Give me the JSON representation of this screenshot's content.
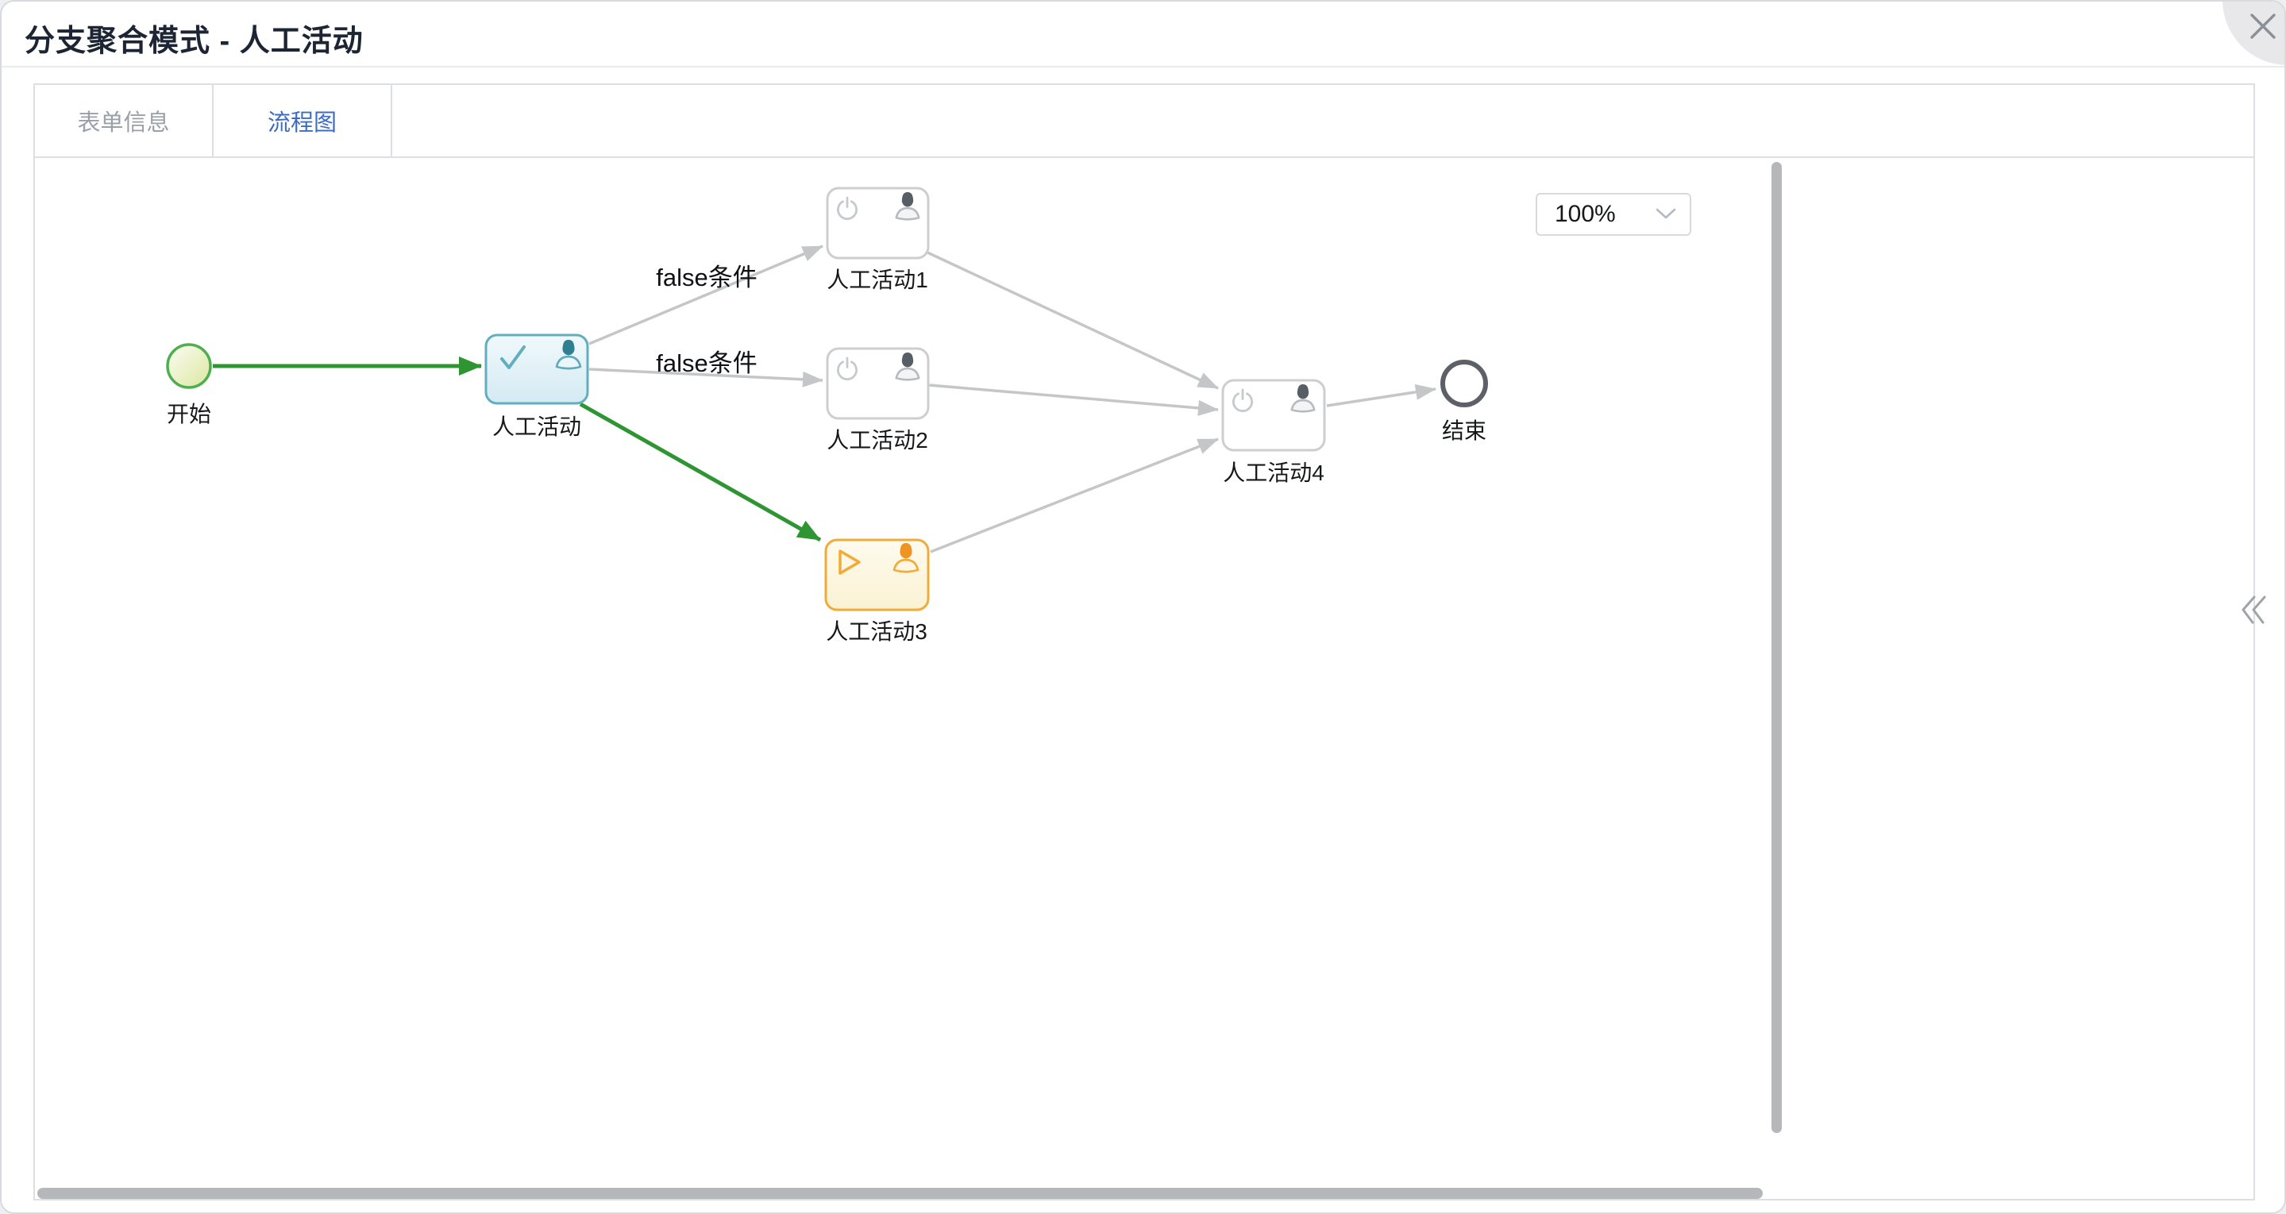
{
  "window": {
    "title": "分支聚合模式 - 人工活动"
  },
  "tabs": [
    {
      "label": "表单信息",
      "active": false
    },
    {
      "label": "流程图",
      "active": true
    }
  ],
  "toolbar": {
    "zoom_value": "100%"
  },
  "icons": {
    "close": "×",
    "chevron_down": "⌄",
    "double_chevron_left": "≪",
    "check": "✓",
    "play": "▷",
    "power": "⏻",
    "person": "user-avatar"
  },
  "colors": {
    "accent_blue": "#3d6dbf",
    "flow_green": "#2f9532",
    "edge_gray": "#c4c6c8",
    "start_border": "#4fae4f",
    "start_fill_from": "#fcfdf3",
    "start_fill_to": "#dbe7a1",
    "completed_border": "#61aebe",
    "completed_fill_from": "#f0f9fc",
    "completed_fill_to": "#d5eaf3",
    "active_border": "#f2ab38",
    "active_fill_from": "#fefbee",
    "active_fill_to": "#fbf2d3",
    "default_border": "#cdced0",
    "end_border": "#5b6167"
  },
  "diagram": {
    "nodes": [
      {
        "id": "start",
        "type": "start-event",
        "label": "开始",
        "state": "completed"
      },
      {
        "id": "activity",
        "type": "user-task",
        "label": "人工活动",
        "state": "completed"
      },
      {
        "id": "activity1",
        "type": "user-task",
        "label": "人工活动1",
        "state": "default"
      },
      {
        "id": "activity2",
        "type": "user-task",
        "label": "人工活动2",
        "state": "default"
      },
      {
        "id": "activity3",
        "type": "user-task",
        "label": "人工活动3",
        "state": "active"
      },
      {
        "id": "activity4",
        "type": "user-task",
        "label": "人工活动4",
        "state": "default"
      },
      {
        "id": "end",
        "type": "end-event",
        "label": "结束",
        "state": "default"
      }
    ],
    "edges": [
      {
        "from": "开始",
        "to": "人工活动",
        "label": "",
        "state": "taken"
      },
      {
        "from": "人工活动",
        "to": "人工活动1",
        "label": "false条件",
        "state": "default"
      },
      {
        "from": "人工活动",
        "to": "人工活动2",
        "label": "false条件",
        "state": "default"
      },
      {
        "from": "人工活动",
        "to": "人工活动3",
        "label": "",
        "state": "taken"
      },
      {
        "from": "人工活动1",
        "to": "人工活动4",
        "label": "",
        "state": "default"
      },
      {
        "from": "人工活动2",
        "to": "人工活动4",
        "label": "",
        "state": "default"
      },
      {
        "from": "人工活动3",
        "to": "人工活动4",
        "label": "",
        "state": "default"
      },
      {
        "from": "人工活动4",
        "to": "结束",
        "label": "",
        "state": "default"
      }
    ]
  }
}
